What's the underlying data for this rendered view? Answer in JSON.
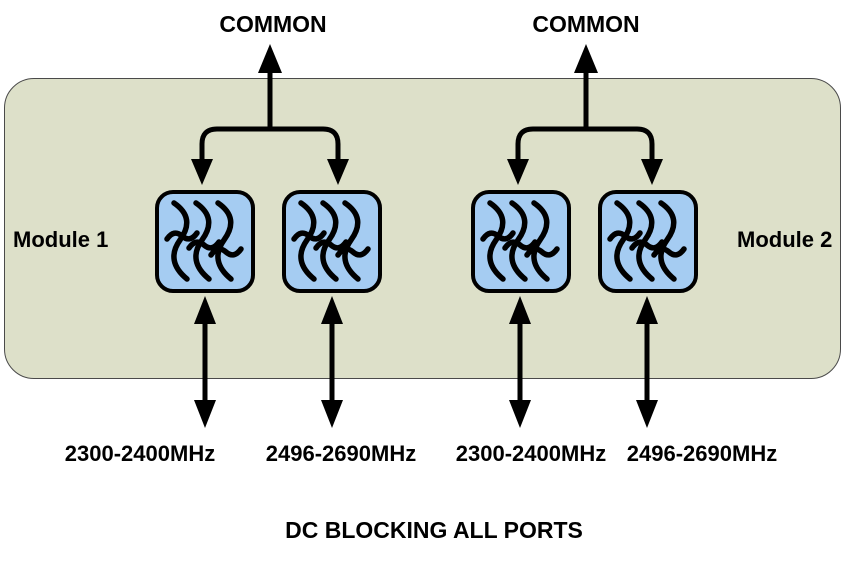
{
  "labels": {
    "common": [
      "COMMON",
      "COMMON"
    ]
  },
  "modules": [
    {
      "label": "Module 1"
    },
    {
      "label": "Module 2"
    }
  ],
  "ports": [
    "2300-2400MHz",
    "2496-2690MHz",
    "2300-2400MHz",
    "2496-2690MHz"
  ],
  "footer": "DC BLOCKING ALL PORTS",
  "icons": {
    "filter": "filter-squiggle-icon"
  },
  "colors": {
    "background": "#ffffff",
    "enclosure_fill": "#dde0c9",
    "enclosure_border": "#4a4a4a",
    "filter_fill": "#a5ccf2",
    "line": "#000000",
    "text": "#000000"
  }
}
